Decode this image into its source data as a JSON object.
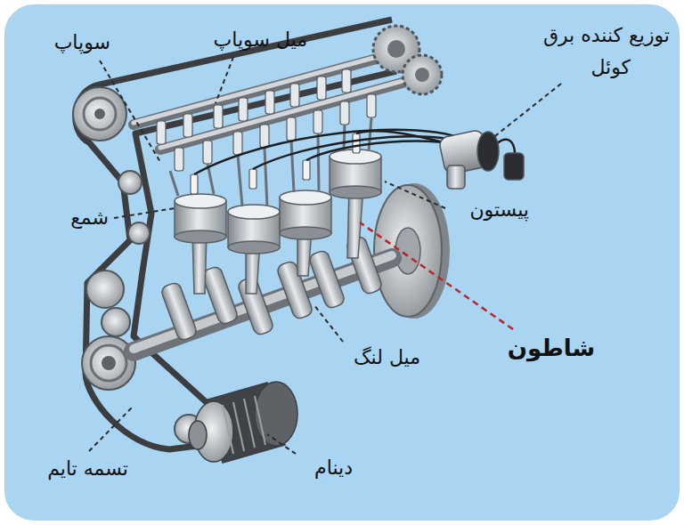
{
  "diagram": {
    "labels": [
      "سوپاپ",
      "میل سوپاپ",
      "توزیع کننده برق",
      "کوئل",
      "شمع",
      "پیستون",
      "شاطون",
      "میل لنگ",
      "تسمه تایم",
      "دینام"
    ]
  }
}
